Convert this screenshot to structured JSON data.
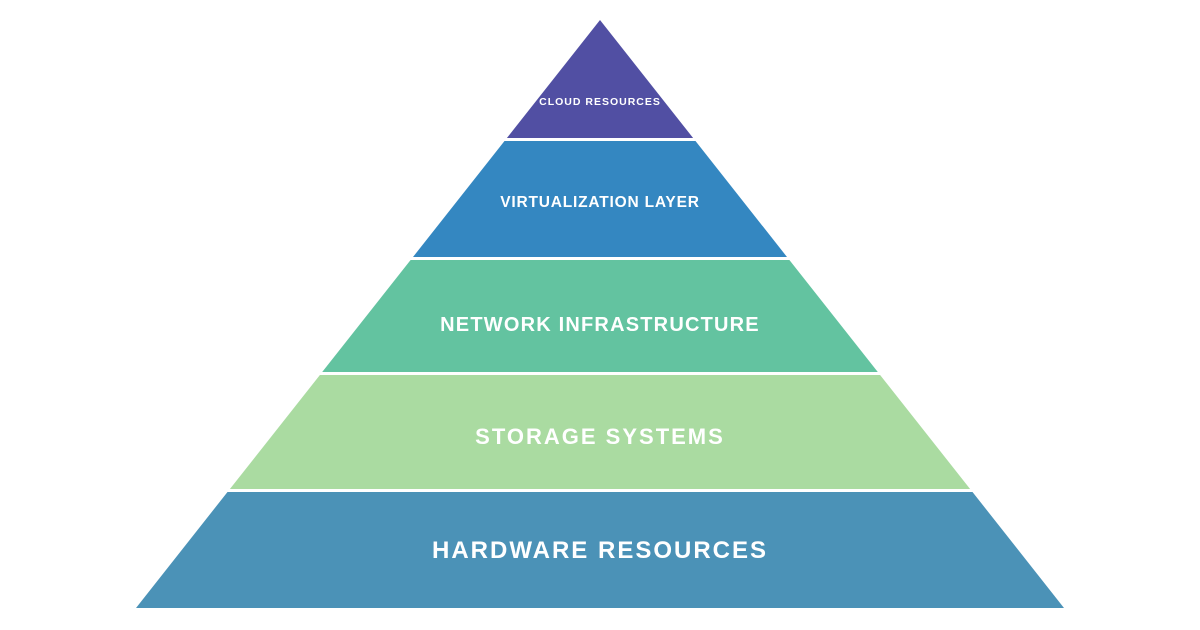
{
  "diagram": {
    "type": "pyramid",
    "background_color": "#ffffff",
    "label_color": "#ffffff",
    "divider_color": "#ffffff",
    "layers": [
      {
        "label": "CLOUD RESOURCES",
        "color": "#514fa3"
      },
      {
        "label": "VIRTUALIZATION LAYER",
        "color": "#3487c1"
      },
      {
        "label": "NETWORK INFRASTRUCTURE",
        "color": "#63c3a0"
      },
      {
        "label": "STORAGE SYSTEMS",
        "color": "#aadba1"
      },
      {
        "label": "HARDWARE RESOURCES",
        "color": "#4b92b7"
      }
    ]
  }
}
